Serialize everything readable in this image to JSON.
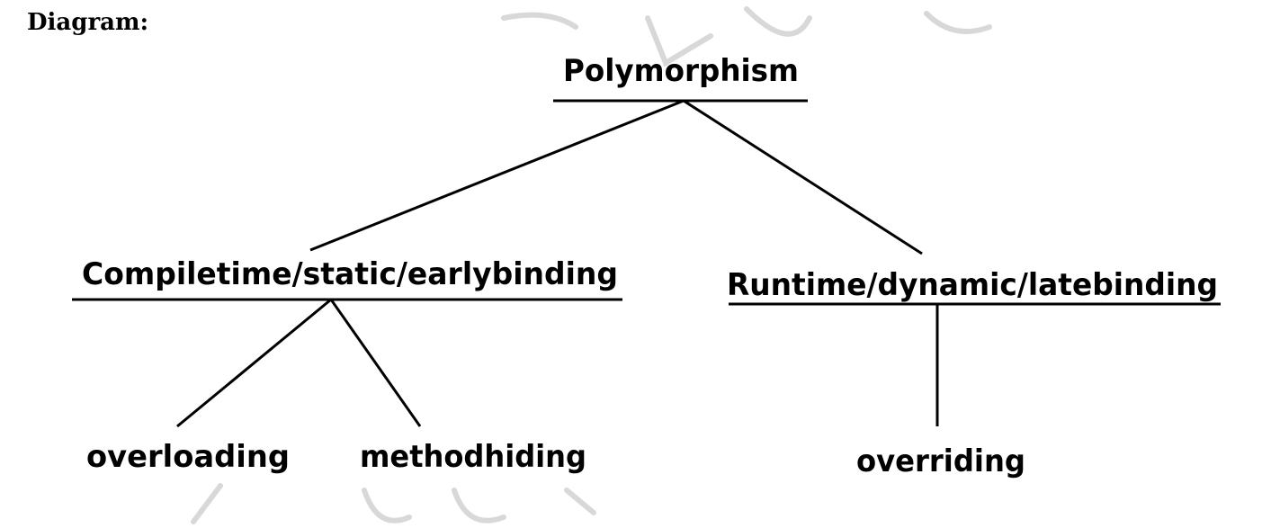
{
  "heading": "Diagram:",
  "colors": {
    "text": "#000000",
    "line": "#000000",
    "watermark": "#e0e0e0",
    "background": "#ffffff"
  },
  "tree": {
    "root": "Polymorphism",
    "left_branch": "Compiletime/static/earlybinding",
    "right_branch": "Runtime/dynamic/latebinding",
    "left_children": [
      "overloading",
      "methodhiding"
    ],
    "right_children": [
      "overriding"
    ]
  }
}
